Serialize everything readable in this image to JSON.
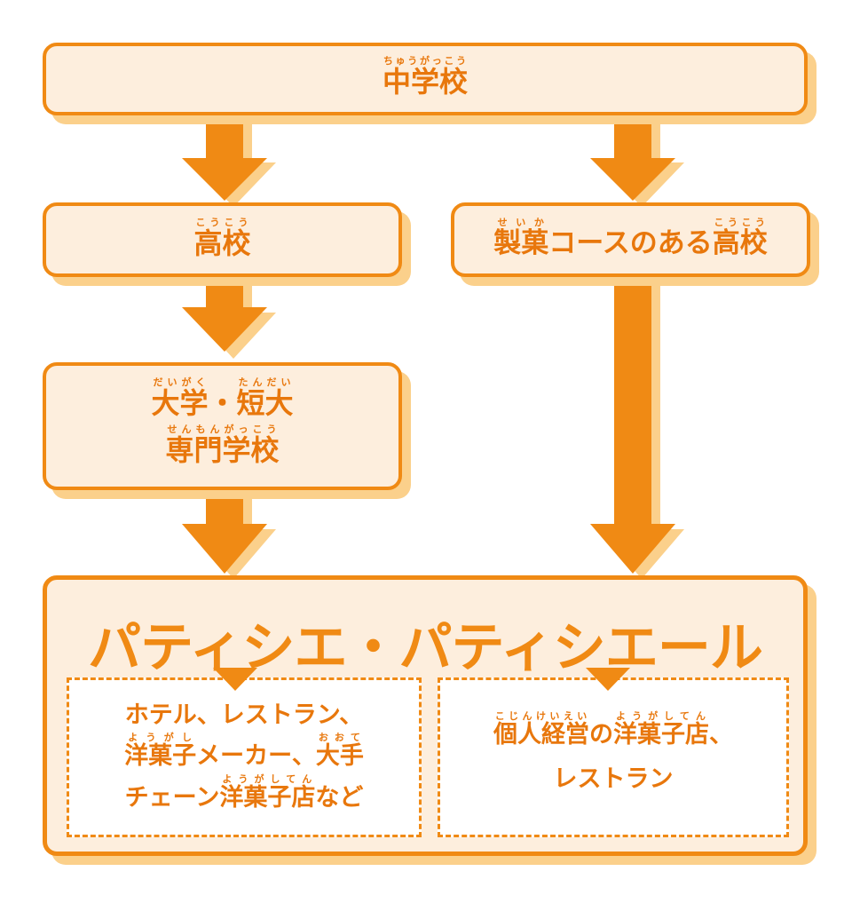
{
  "colors": {
    "accent": "#f08a14",
    "fill": "#fdeedd",
    "shadow": "#fbd08b",
    "text": "#e8770c"
  },
  "chugakko": {
    "text": "中学校",
    "ruby": "ちゅうがっこう"
  },
  "koko": {
    "text": "高校",
    "ruby": "こうこう"
  },
  "seika": {
    "kanji": "製菓",
    "ruby": "せいか",
    "middle": "コースのある",
    "tail": "高校",
    "tail_ruby": "こうこう"
  },
  "daigaku": {
    "p1": "大学",
    "p1_ruby": "だいがく",
    "sep": "・",
    "p2": "短大",
    "p2_ruby": "たんだい"
  },
  "senmon": {
    "text": "専門学校",
    "ruby": "せんもんがっこう"
  },
  "result": {
    "title": "パティシエ・パティシエール"
  },
  "left_box": {
    "line1": "ホテル、レストラン、",
    "l2_a": "洋菓子",
    "l2_a_ruby": "ようがし",
    "l2_b": "メーカー、",
    "l2_c": "大手",
    "l2_c_ruby": "おおて",
    "l3_a": "チェーン",
    "l3_b": "洋菓子店",
    "l3_b_ruby": "ようがしてん",
    "l3_c": "など"
  },
  "right_box": {
    "l1_a": "個人経営",
    "l1_a_ruby": "こじんけいえい",
    "l1_b": "の",
    "l1_c": "洋菓子店",
    "l1_c_ruby": "ようがしてん",
    "l1_d": "、",
    "line2": "レストラン"
  }
}
